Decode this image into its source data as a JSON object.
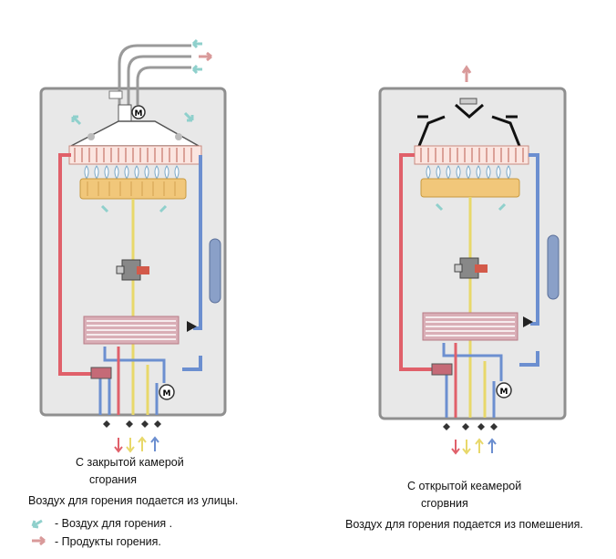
{
  "left_boiler": {
    "caption_line1": "С закрытой камерой",
    "caption_line2": "сгорания",
    "note": "Воздух для горения подается из улицы."
  },
  "right_boiler": {
    "caption_line1": "С открытой кеамерой",
    "caption_line2": "сгорвния",
    "note": "Воздух для горения подается из помешения."
  },
  "fan_symbol": "M",
  "valve_symbol": "M",
  "legend": {
    "items": [
      {
        "label": "- Воздух для горения .",
        "color": "#8fd0cc"
      },
      {
        "label": "- Продукты горения.",
        "color": "#d99a9a"
      }
    ]
  },
  "colors": {
    "hot_pipe": "#e0606a",
    "cold_pipe": "#6c8fd0",
    "gas_pipe": "#e8d86a",
    "burner": "#f1c77a",
    "casing": "#e7e7e7",
    "casing_border": "#8f8f8f",
    "air_arrow": "#8fd0cc",
    "flue_arrow": "#d99a9a"
  }
}
